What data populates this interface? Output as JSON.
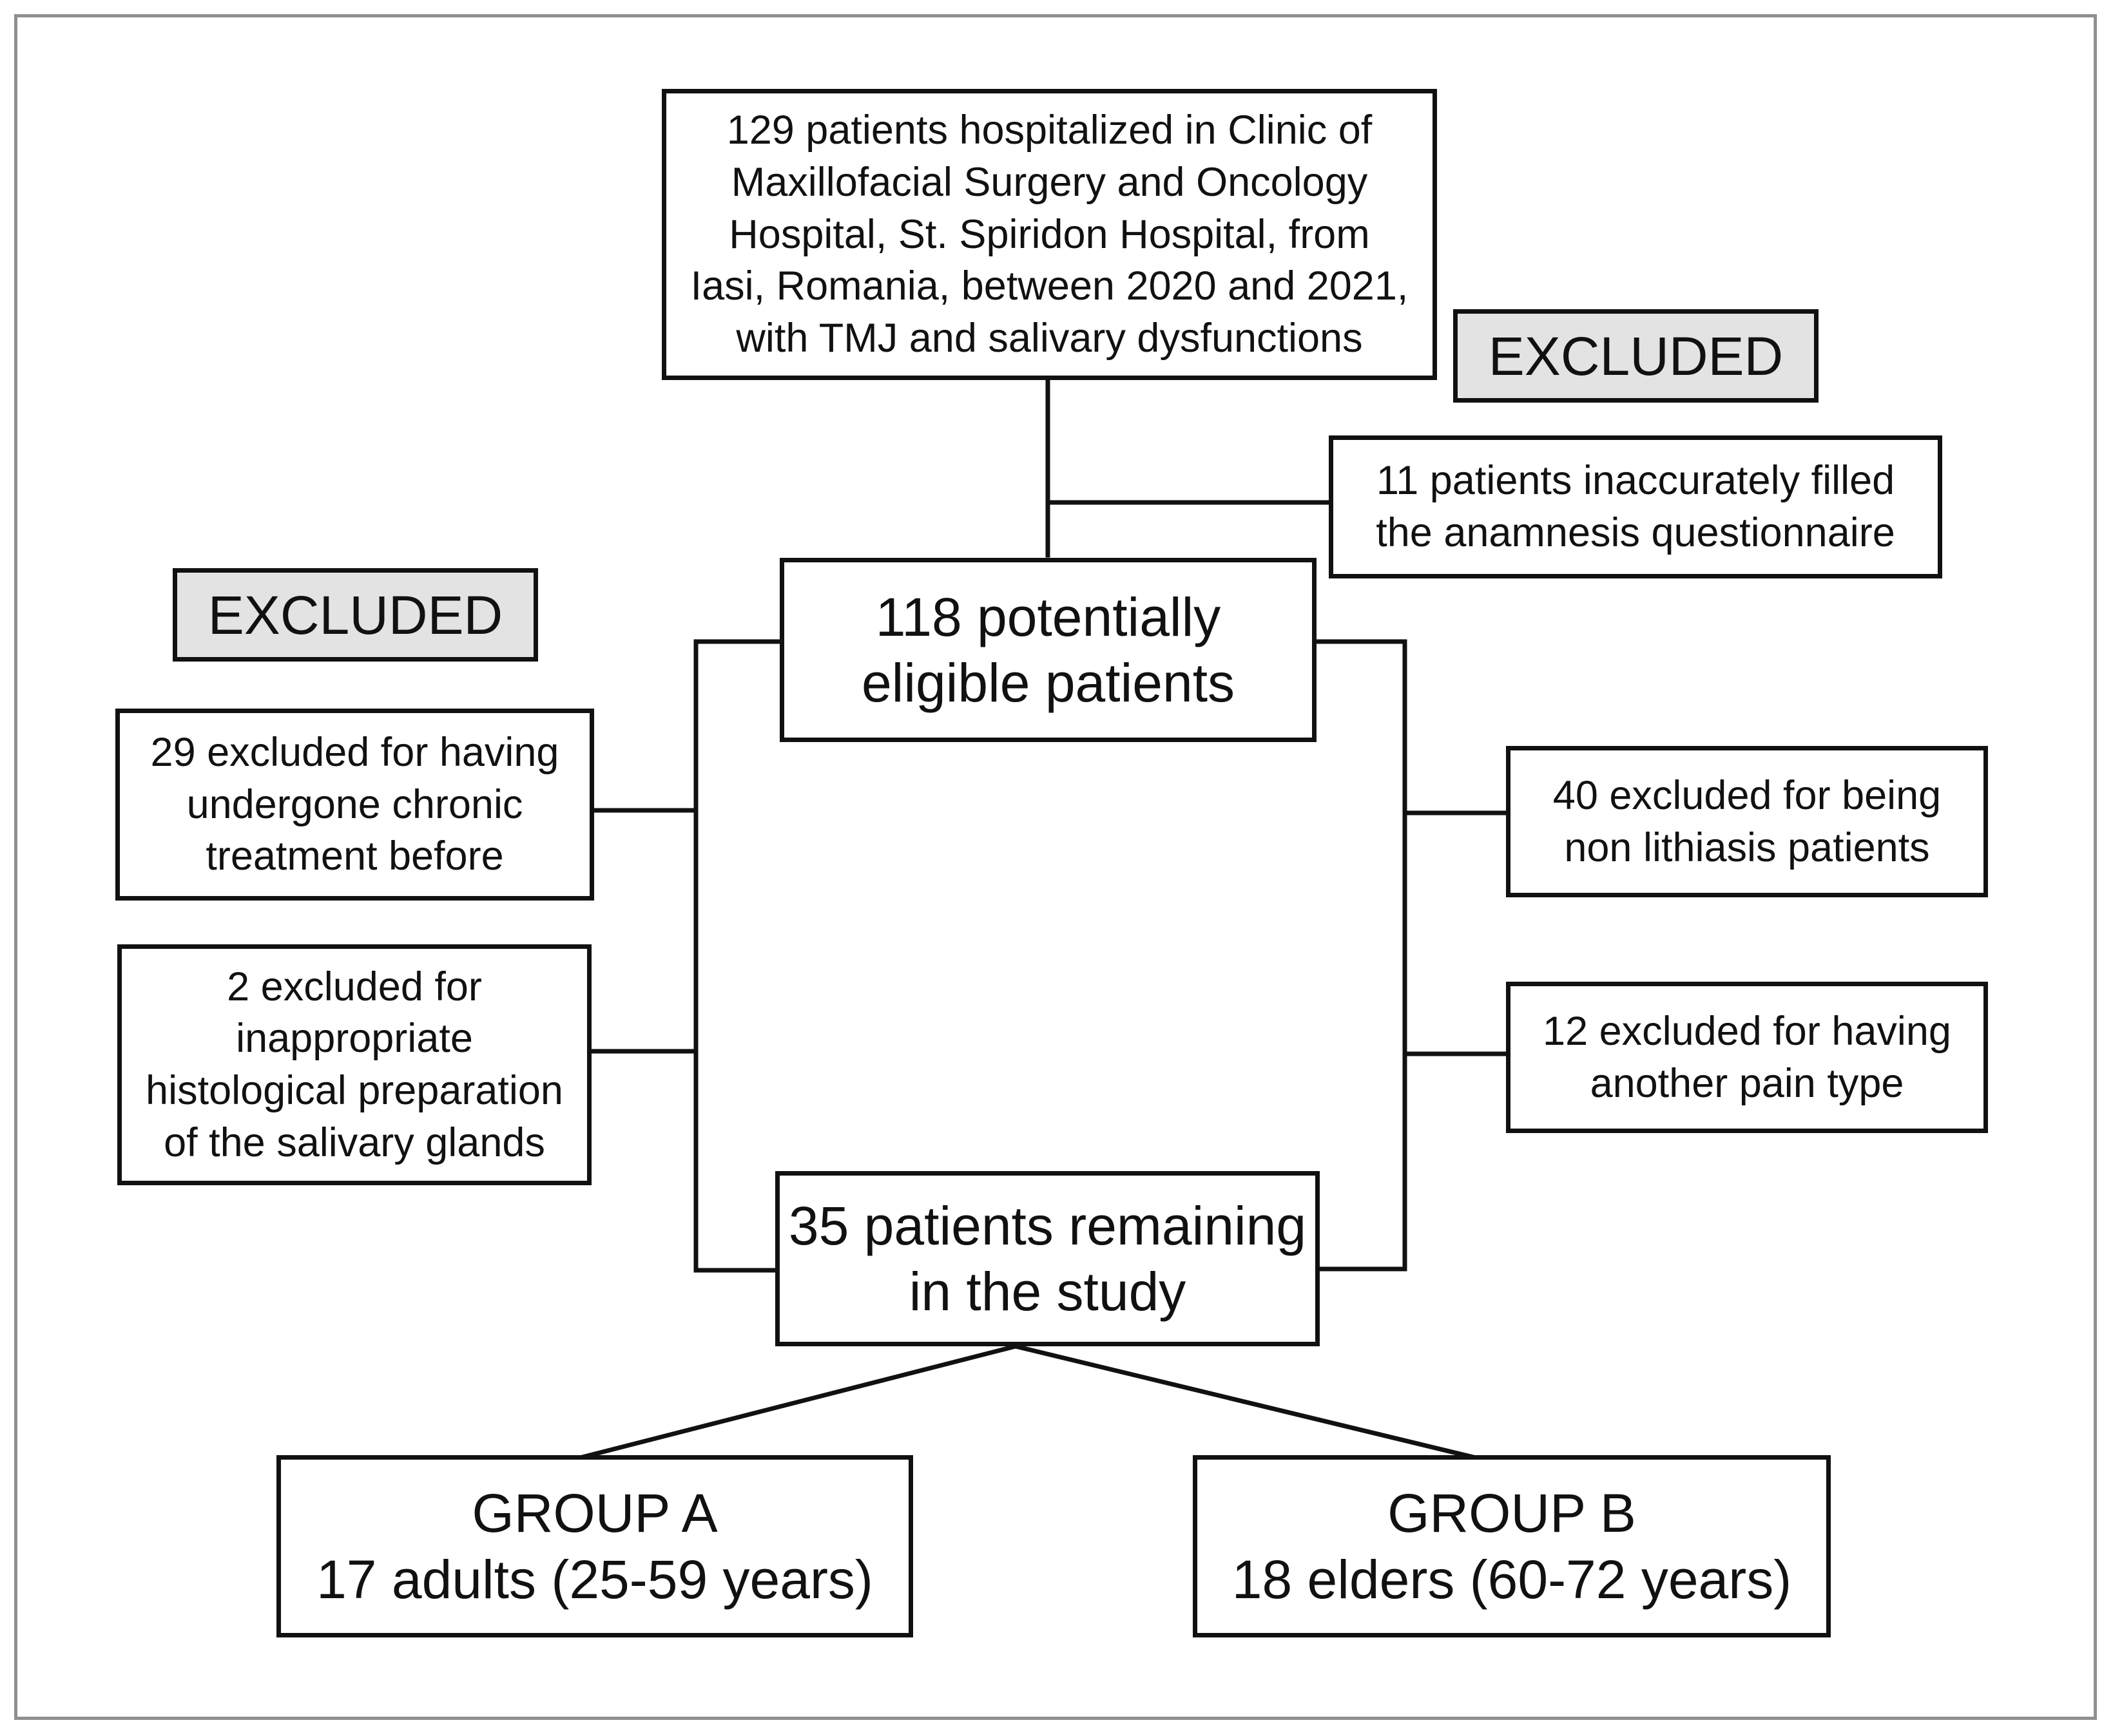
{
  "diagram": {
    "top_box": "129 patients hospitalized in Clinic of\nMaxillofacial Surgery and Oncology\nHospital, St. Spiridon Hospital, from\nIasi, Romania, between 2020 and 2021,\nwith TMJ and salivary dysfunctions",
    "excluded_label_right": "EXCLUDED",
    "excluded_label_left": "EXCLUDED",
    "exclusion_11": "11 patients inaccurately filled\nthe anamnesis questionnaire",
    "eligible": "118 potentially\neligible patients",
    "exclusion_29": "29 excluded for having\nundergone chronic\ntreatment before",
    "exclusion_2": "2 excluded for\ninappropriate\nhistological preparation\nof the salivary glands",
    "exclusion_40": "40 excluded for being\nnon lithiasis patients",
    "exclusion_12": "12 excluded for having\nanother pain type",
    "remaining": "35 patients remaining\nin the study",
    "group_a": "GROUP A\n17 adults (25-59 years)",
    "group_b": "GROUP B\n18 elders (60-72 years)"
  }
}
